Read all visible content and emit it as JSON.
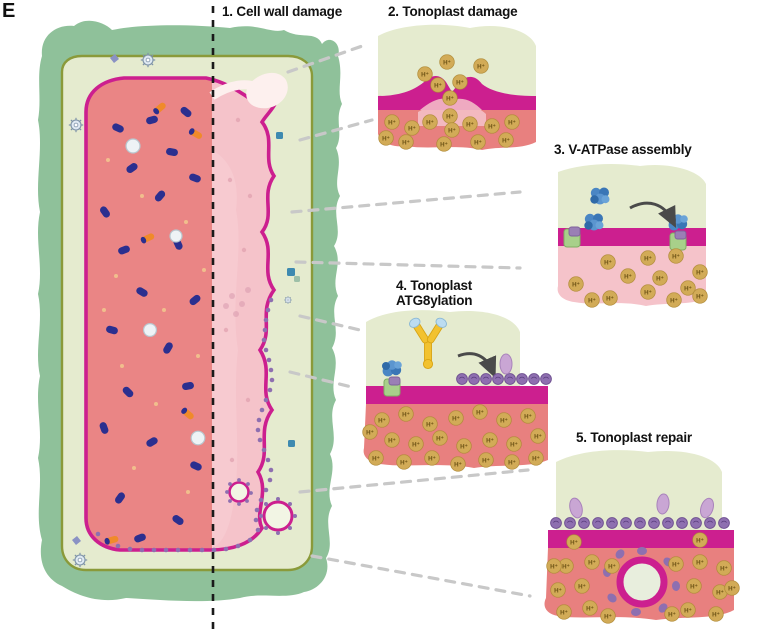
{
  "figure": {
    "panel_letter": "E",
    "type": "schematic-diagram",
    "subject": "Plant vacuole tonoplast damage and repair pathway"
  },
  "steps": [
    {
      "number": "1.",
      "label": "1. Cell wall damage",
      "id": "cell-wall-damage"
    },
    {
      "number": "2.",
      "label": "2. Tonoplast damage",
      "id": "tonoplast-damage"
    },
    {
      "number": "3.",
      "label": "3. V-ATPase assembly",
      "id": "vatpase-assembly"
    },
    {
      "number": "4.",
      "label": "4. Tonoplast",
      "label2": "ATG8ylation",
      "id": "tonoplast-atg8ylation"
    },
    {
      "number": "5.",
      "label": "5. Tonoplast repair",
      "id": "tonoplast-repair"
    }
  ],
  "molecules": {
    "proton": "H+",
    "proton_count_panel2": 19,
    "proton_count_panel3": 13,
    "proton_count_panel4": 22,
    "proton_count_panel5": 20
  },
  "colors": {
    "cell_wall_green": "#8fc19a",
    "cell_wall_line": "#8a9a3a",
    "cytoplasm": "#e5ebcf",
    "tonoplast_magenta": "#cc1f8f",
    "vacuole_dark_pink": "#e8807f",
    "vacuole_light_pink": "#f5c3ca",
    "proton_gold": "#c9a24b",
    "atg8_purple": "#8e6fb0",
    "vatpase_blue": "#3a7fc1",
    "vatpase_green": "#a8d08a",
    "conjugation_yellow": "#f2c230",
    "receptor_lilac": "#c4a2cc",
    "dash_gray": "#c8c8c8",
    "cargo_navy": "#2b2f8f",
    "cargo_orange": "#f08a2a"
  }
}
